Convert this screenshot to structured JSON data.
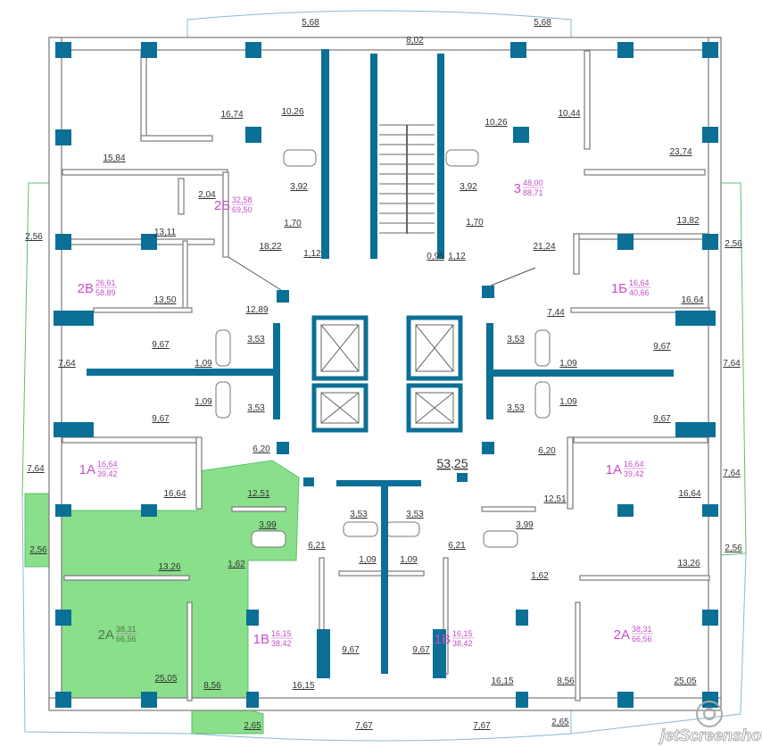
{
  "colors": {
    "accent": "#0b6f96",
    "highlight": "#7ddb7d",
    "apartment_text": "#c64fc6",
    "walls": "#7a7a7a",
    "balcony": "#5fbf6f"
  },
  "labels": [
    "5,68",
    "5,68",
    "8,02",
    "16,74",
    "10,26",
    "10,26",
    "10,44",
    "15,84",
    "23,74",
    "3,92",
    "3,92",
    "2,04",
    "1,70",
    "1,70",
    "13,11",
    "13,82",
    "2,56",
    "2,56",
    "18,22",
    "21,24",
    "1,12",
    "0,95",
    "1,12",
    "13,50",
    "16,64",
    "12,89",
    "7,44",
    "3,53",
    "3,53",
    "9,67",
    "9,67",
    "7,64",
    "7,64",
    "1,09",
    "1,09",
    "1,09",
    "1,09",
    "3,53",
    "3,53",
    "9,67",
    "9,67",
    "6,20",
    "6,20",
    "53,25",
    "7,64",
    "7,64",
    "16,64",
    "16,64",
    "12,51",
    "12,51",
    "3,53",
    "3,53",
    "3,99",
    "3,99",
    "6,21",
    "6,21",
    "2,56",
    "2,56",
    "1,09",
    "1,09",
    "13,26",
    "13,26",
    "1,62",
    "1,62",
    "9,67",
    "9,67",
    "25,05",
    "25,05",
    "8,56",
    "8,56",
    "16,15",
    "16,15",
    "2,65",
    "2,65",
    "7,67",
    "7,67"
  ],
  "apartments": [
    {
      "type": "2Б",
      "living": "32,58",
      "total": "69,50"
    },
    {
      "type": "3",
      "living": "48,00",
      "total": "88,71"
    },
    {
      "type": "2В",
      "living": "26,61",
      "total": "58,89"
    },
    {
      "type": "1Б",
      "living": "16,64",
      "total": "40,66"
    },
    {
      "type": "1А",
      "living": "16,64",
      "total": "39,42"
    },
    {
      "type": "1А",
      "living": "16,64",
      "total": "39,42"
    },
    {
      "type": "2А",
      "living": "38,31",
      "total": "66,56",
      "selected": true
    },
    {
      "type": "1В",
      "living": "16,15",
      "total": "38,42"
    },
    {
      "type": "2А",
      "living": "38,31",
      "total": "66,56"
    },
    {
      "type": "1В",
      "living": "16,15",
      "total": "38,42"
    }
  ],
  "watermark": "jetScreenshot"
}
